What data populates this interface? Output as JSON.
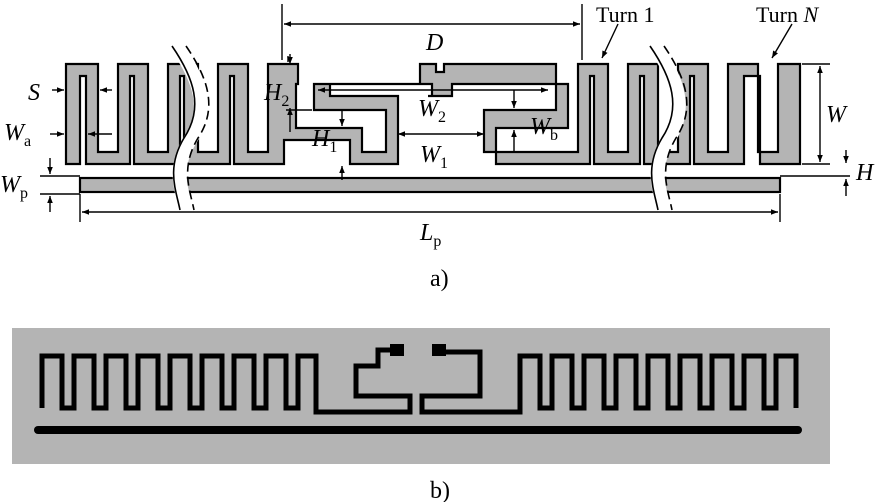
{
  "figure": {
    "part_a": {
      "caption": "a)",
      "labels": {
        "D": "D",
        "turn1": "Turn 1",
        "turnN_prefix": "Turn ",
        "turnN_var": "N",
        "S": "S",
        "Wa": "W",
        "Wa_sub": "a",
        "Wp": "W",
        "Wp_sub": "p",
        "H2": "H",
        "H2_sub": "2",
        "H1": "H",
        "H1_sub": "1",
        "W2": "W",
        "W2_sub": "2",
        "W1": "W",
        "W1_sub": "1",
        "Wb": "W",
        "Wb_sub": "b",
        "W": "W",
        "H": "H",
        "Lp": "L",
        "Lp_sub": "p"
      }
    },
    "part_b": {
      "caption": "b)"
    },
    "colors": {
      "trace_fill": "#b4b4b4",
      "stroke": "#000000",
      "panel_bg": "#b4b4b4",
      "trace_dark": "#000000"
    }
  }
}
